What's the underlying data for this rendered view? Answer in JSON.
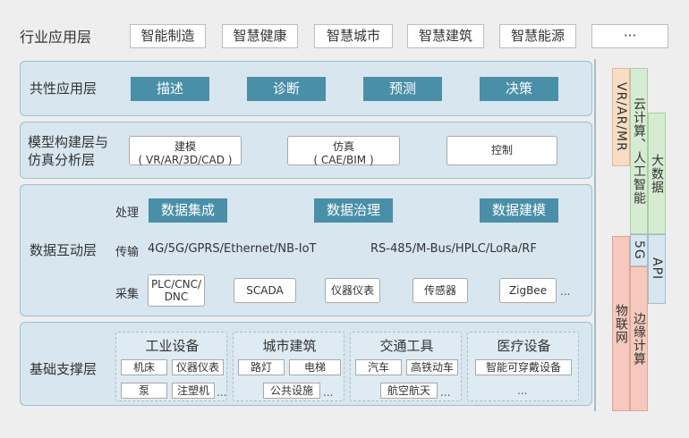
{
  "industry": {
    "label": "行业应用层",
    "items": [
      "智能制造",
      "智慧健康",
      "智慧城市",
      "智慧建筑",
      "智慧能源",
      "···"
    ]
  },
  "common": {
    "label": "共性应用层",
    "items": [
      "描述",
      "诊断",
      "预测",
      "决策"
    ]
  },
  "model": {
    "label_line1": "模型构建层与",
    "label_line2": "仿真分析层",
    "boxes": [
      {
        "line1": "建模",
        "line2": "( VR/AR/3D/CAD )"
      },
      {
        "line1": "仿真",
        "line2": "( CAE/BIM )"
      },
      {
        "line1": "控制",
        "line2": ""
      }
    ]
  },
  "data": {
    "label": "数据互动层",
    "process_label": "处理",
    "process_items": [
      "数据集成",
      "数据治理",
      "数据建模"
    ],
    "transfer_label": "传输",
    "transfer_left": "4G/5G/GPRS/Ethernet/NB-IoT",
    "transfer_right": "RS-485/M-Bus/HPLC/LoRa/RF",
    "collect_label": "采集",
    "collect_items": [
      "PLC/CNC/\nDNC",
      "SCADA",
      "仪器仪表",
      "传感器",
      "ZigBee"
    ],
    "collect_more": "..."
  },
  "base": {
    "label": "基础支撑层",
    "groups": [
      {
        "title": "工业设备",
        "row1": [
          "机床",
          "仪器仪表"
        ],
        "row2": [
          "泵",
          "注塑机"
        ],
        "more": "..."
      },
      {
        "title": "城市建筑",
        "row1": [
          "路灯",
          "电梯"
        ],
        "row2": [
          "公共设施"
        ],
        "more": "..."
      },
      {
        "title": "交通工具",
        "row1": [
          "汽车",
          "高铁动车"
        ],
        "row2": [
          "航空航天"
        ],
        "more": "..."
      },
      {
        "title": "医疗设备",
        "row1": [
          "智能可穿戴设备"
        ],
        "row2": [],
        "more": "..."
      }
    ]
  },
  "side": {
    "vrarmr": "VR/AR/MR",
    "cloud_ai": "云计算、人工智能",
    "bigdata": "大数据",
    "fiveg": "5G",
    "api": "API",
    "iot": "物联网",
    "edge": "边缘计算"
  },
  "colors": {
    "teal": "#4a8fa8",
    "panel": "#d7e6ef",
    "vrarmr": "#f8dcc4",
    "cloud": "#d6ecd2",
    "bigdata": "#d6ecd2",
    "iot": "#f5c9bd",
    "edge": "#f5c9bd",
    "api": "#d7e6ef"
  }
}
